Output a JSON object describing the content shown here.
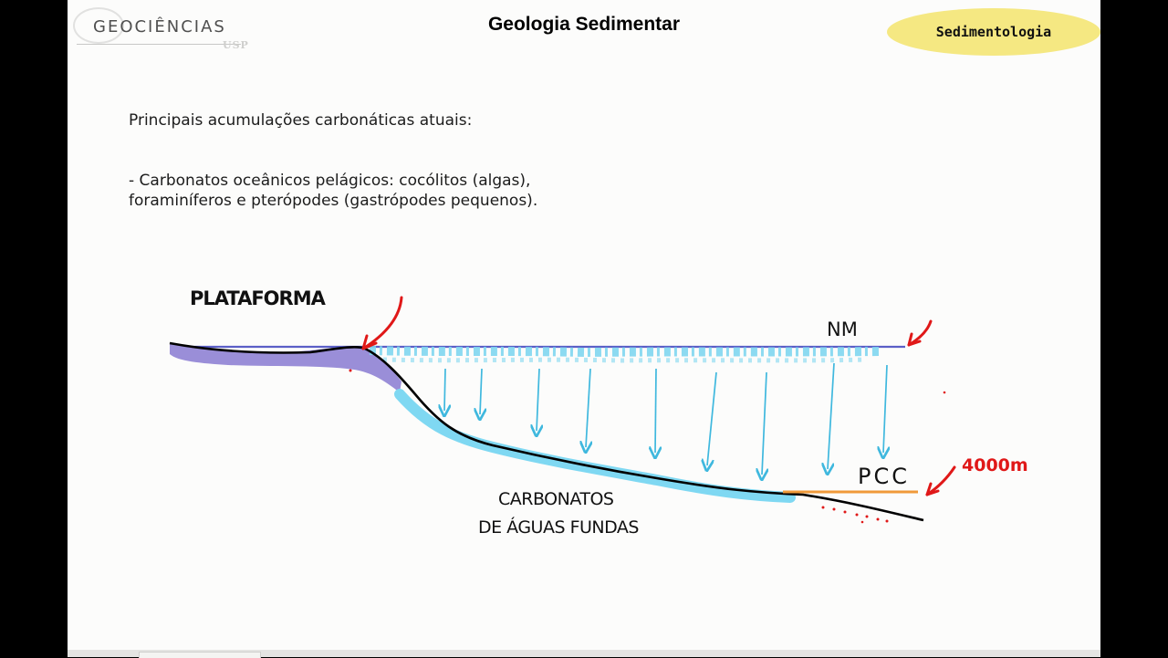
{
  "header": {
    "logo_text": "GEOCIÊNCIAS",
    "logo_sub": "USP",
    "title": "Geologia Sedimentar",
    "badge": "Sedimentologia"
  },
  "body": {
    "intro": "Principais acumulações carbonáticas atuais:",
    "bullet": "- Carbonatos oceânicos pelágicos: cocólitos (algas), foraminíferos e pterópodes (gastrópodes pequenos)."
  },
  "diagram": {
    "label_platform": "PLATAFORMA",
    "label_sea_level": "NM",
    "label_ccd": "PCC",
    "label_depth": "4000m",
    "label_deep_1": "CARBONATOS",
    "label_deep_2": "DE ÁGUAS FUNDAS",
    "colors": {
      "water_line": "#5b5fc7",
      "platform": "#9a8ed8",
      "plankton": "#7fd6ef",
      "arrows": "#3fb8de",
      "deep_carbonate": "#7fd8f2",
      "seafloor": "#000000",
      "ccd_line": "#f09a3a",
      "annotation": "#e01818"
    }
  }
}
